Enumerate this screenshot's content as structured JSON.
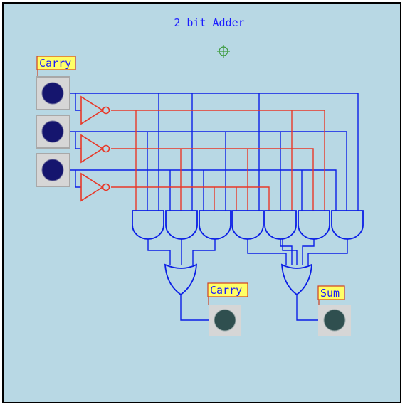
{
  "title": "2 bit Adder",
  "inputs": [
    {
      "label": "Carry"
    },
    {
      "label": ""
    },
    {
      "label": ""
    }
  ],
  "outputs": [
    {
      "label": "Carry"
    },
    {
      "label": "Sum"
    }
  ],
  "colors": {
    "background": "#b8d8e4",
    "wire_blue": "#0a1ee6",
    "wire_red": "#e83828",
    "label_fill": "#ffff66",
    "label_text": "#1a1aff",
    "switch_knob": "#15156e",
    "led_off": "#2f4f4f"
  }
}
